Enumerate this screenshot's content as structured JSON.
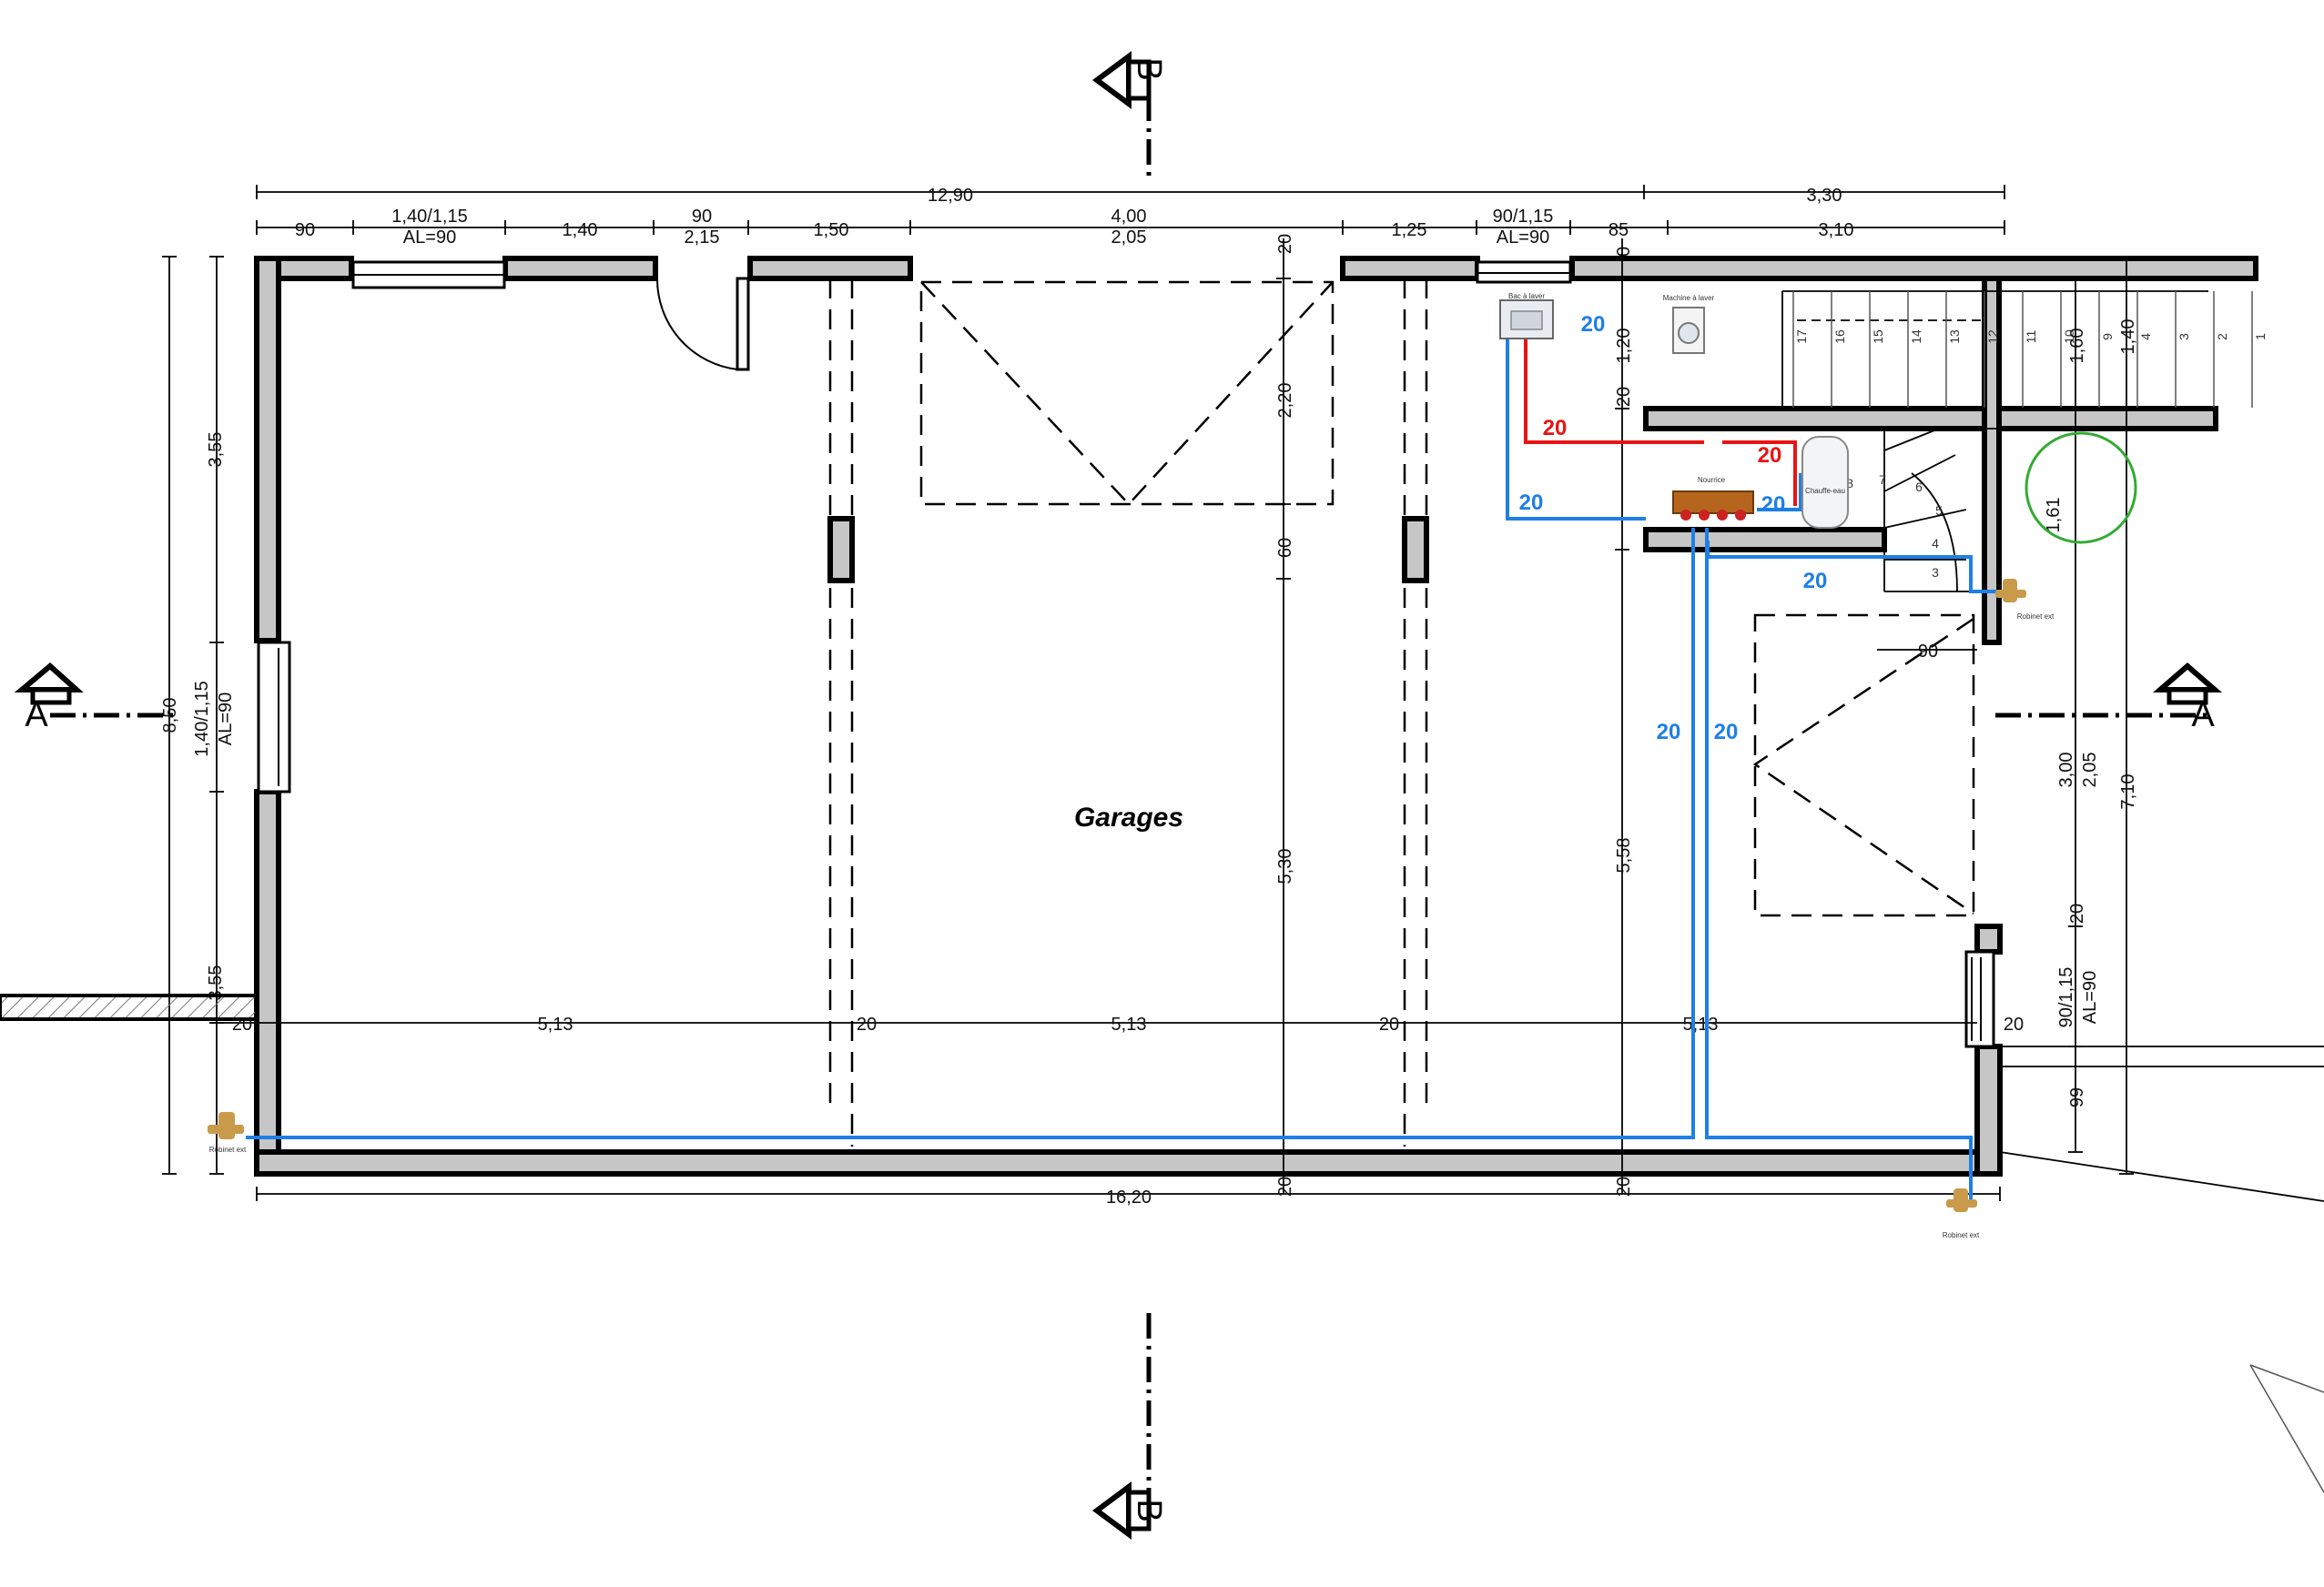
{
  "colors": {
    "cold_water": "#1e7fe6",
    "hot_water": "#e81414",
    "wall_fill": "#c6c6c6",
    "tap_brass": "#c89a4a",
    "manifold": "#b5651d",
    "circle": "#33aa33"
  },
  "room": {
    "name": "Garages"
  },
  "sections": {
    "a_left": "A",
    "a_right": "A",
    "b_top": "B",
    "b_bottom": "B"
  },
  "dims_top": {
    "total": "12,90",
    "right_total": "3,30",
    "d90a": "90",
    "win1_size": "1,40/1,15",
    "win1_al": "AL=90",
    "d140": "1,40",
    "door_w": "90",
    "door_h": "2,15",
    "d150": "1,50",
    "gate_w": "4,00",
    "gate_h": "2,05",
    "d125": "1,25",
    "win2_size": "90/1,15",
    "win2_al": "AL=90",
    "d85": "85",
    "d310": "3,10",
    "d20_top": "20",
    "d20_gate": "20"
  },
  "dims_left": {
    "total": "8,50",
    "d355a": "3,55",
    "win_size": "1,40/1,15",
    "win_al": "AL=90",
    "d355b": "3,55",
    "d20": "20"
  },
  "dims_inner": {
    "v220": "2,20",
    "v60": "60",
    "v530": "5,30",
    "v558": "5,58",
    "v120": "1,20",
    "v20a": "20",
    "v20b": "20",
    "v20c": "20",
    "h513a": "5,13",
    "h513b": "5,13",
    "h513c": "5,13",
    "h20a": "20",
    "h20b": "20",
    "h20c": "20",
    "d90": "90"
  },
  "dims_bottom": {
    "total": "16,20"
  },
  "dims_right": {
    "v160": "1,60",
    "v140": "1,40",
    "v161": "1,61",
    "v300": "3,00",
    "v205": "2,05",
    "v710": "7,10",
    "v20": "20",
    "win_size": "90/1,15",
    "win_al": "AL=90",
    "v99": "99"
  },
  "pipes": {
    "cold1": "20",
    "cold2": "20",
    "cold3": "20",
    "cold4": "20",
    "cold5": "20",
    "cold6": "20",
    "hot1": "20",
    "hot2": "20"
  },
  "fixtures": {
    "sink": "Bac à laver",
    "washer": "Machine à laver",
    "heater": "Chauffe-eau",
    "manifold": "Nourrice",
    "tap_ext": "Robinet ext",
    "tap_ext2": "Robinet ext",
    "tap_ext3": "Robinet ext"
  },
  "stairs": {
    "upper": [
      "17",
      "16",
      "15",
      "14",
      "13",
      "12",
      "11",
      "10",
      "9",
      "4",
      "3",
      "2",
      "1"
    ],
    "winder": [
      "8",
      "7",
      "6",
      "5",
      "4",
      "3"
    ]
  }
}
